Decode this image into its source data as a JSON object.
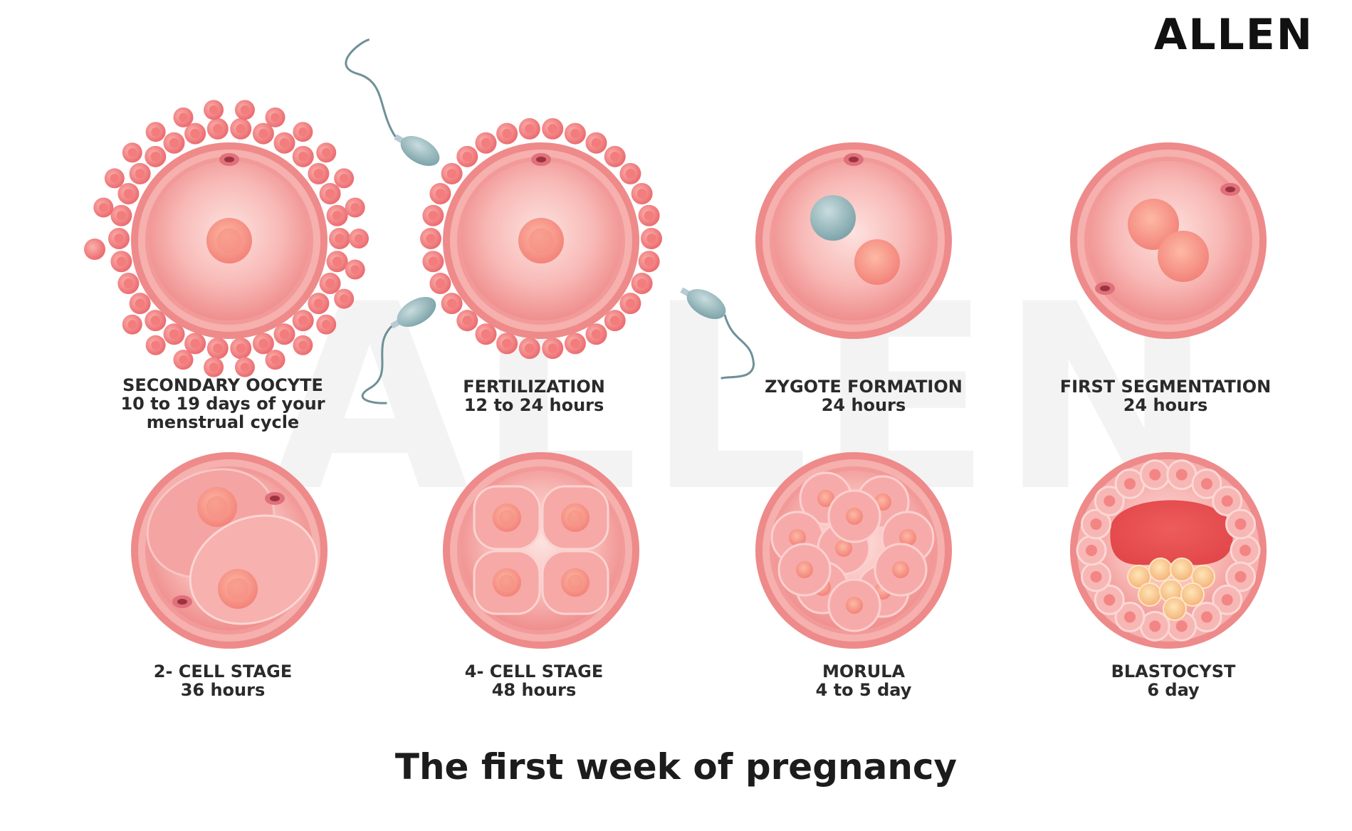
{
  "brand": {
    "logo_text": "ALLEN",
    "watermark_text": "ALLEN"
  },
  "title": "The first week of pregnancy",
  "colors": {
    "cell_outer": "#ee8a8a",
    "cell_inner": "#f9c4c4",
    "nucleus": "#f4a08a",
    "corona_cell": "#ef7f80",
    "sperm_head": "#8fb2b5",
    "text": "#222222"
  },
  "stages": [
    {
      "name": "SECONDARY OOCYTE",
      "time": "10 to 19 days of your",
      "time2": "menstrual cycle"
    },
    {
      "name": "FERTILIZATION",
      "time": "12 to 24 hours"
    },
    {
      "name": "ZYGOTE FORMATION",
      "time": "24 hours"
    },
    {
      "name": "FIRST SEGMENTATION",
      "time": "24 hours"
    },
    {
      "name": "2- CELL STAGE",
      "time": "36 hours"
    },
    {
      "name": "4- CELL STAGE",
      "time": "48 hours"
    },
    {
      "name": "MORULA",
      "time": "4 to 5 day"
    },
    {
      "name": "BLASTOCYST",
      "time": "6 day"
    }
  ]
}
